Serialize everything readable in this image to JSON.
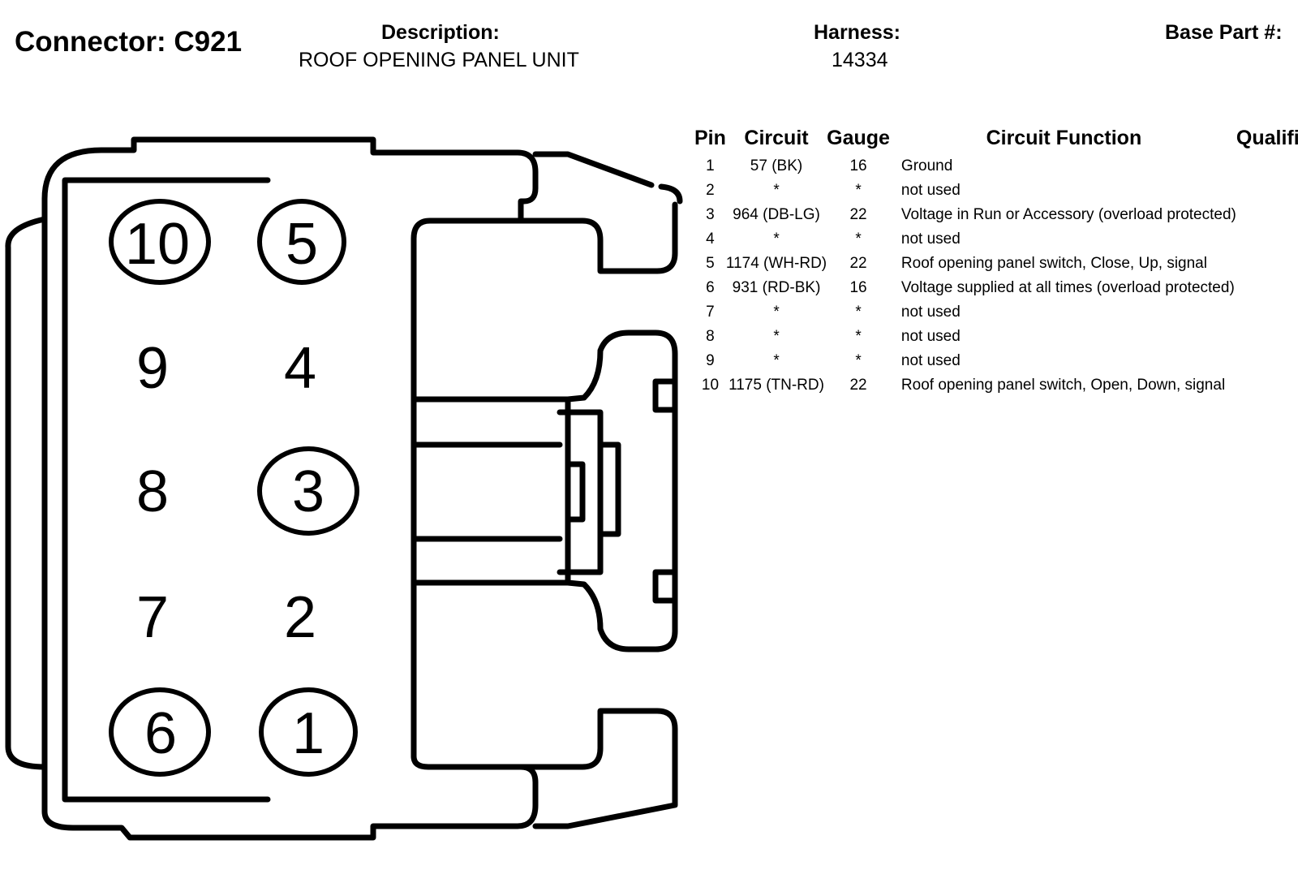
{
  "header": {
    "connector": "Connector: C921",
    "description_label": "Description:",
    "description_value": "ROOF OPENING PANEL UNIT",
    "harness_label": "Harness:",
    "harness_value": "14334",
    "base_part_label": "Base Part #:"
  },
  "table": {
    "columns": [
      "Pin",
      "Circuit",
      "Gauge",
      "Circuit Function",
      "Qualifier"
    ],
    "rows": [
      {
        "pin": "1",
        "circuit": "57 (BK)",
        "gauge": "16",
        "function": "Ground",
        "qualifier": ""
      },
      {
        "pin": "2",
        "circuit": "*",
        "gauge": "*",
        "function": "not used",
        "qualifier": ""
      },
      {
        "pin": "3",
        "circuit": "964 (DB-LG)",
        "gauge": "22",
        "function": "Voltage in Run or Accessory (overload protected)",
        "qualifier": ""
      },
      {
        "pin": "4",
        "circuit": "*",
        "gauge": "*",
        "function": "not used",
        "qualifier": ""
      },
      {
        "pin": "5",
        "circuit": "1174 (WH-RD)",
        "gauge": "22",
        "function": "Roof opening panel switch, Close, Up, signal",
        "qualifier": ""
      },
      {
        "pin": "6",
        "circuit": "931 (RD-BK)",
        "gauge": "16",
        "function": "Voltage supplied at all times (overload protected)",
        "qualifier": ""
      },
      {
        "pin": "7",
        "circuit": "*",
        "gauge": "*",
        "function": "not used",
        "qualifier": ""
      },
      {
        "pin": "8",
        "circuit": "*",
        "gauge": "*",
        "function": "not used",
        "qualifier": ""
      },
      {
        "pin": "9",
        "circuit": "*",
        "gauge": "*",
        "function": "not used",
        "qualifier": ""
      },
      {
        "pin": "10",
        "circuit": "1175 (TN-RD)",
        "gauge": "22",
        "function": "Roof opening panel switch, Open, Down, signal",
        "qualifier": ""
      }
    ]
  },
  "connector_face": {
    "pins": [
      "10",
      "5",
      "9",
      "4",
      "8",
      "3",
      "7",
      "2",
      "6",
      "1"
    ],
    "circled_pins": [
      "10",
      "5",
      "3",
      "6",
      "1"
    ]
  }
}
